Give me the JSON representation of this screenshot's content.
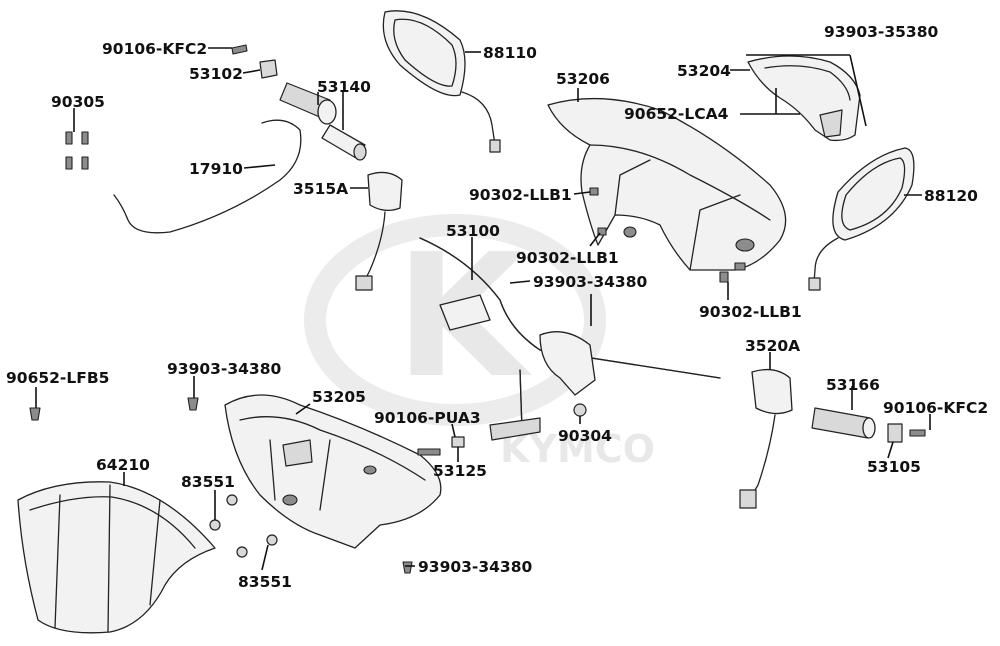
{
  "colors": {
    "ink": "#111111",
    "watermark": "#e8e8e8",
    "part_fill": "#f2f2f2"
  },
  "watermark": {
    "logo_letter": "K",
    "brand_text": "KYMCO"
  },
  "labels": {
    "p90106_kfc2_a": "90106-KFC2",
    "p53102": "53102",
    "p53140": "53140",
    "p90305": "90305",
    "p17910": "17910",
    "p3515a": "3515A",
    "p88110": "88110",
    "p53206": "53206",
    "p53204": "53204",
    "p93903_35380": "93903-35380",
    "p90652_lca4": "90652-LCA4",
    "p90302_llb1_a": "90302-LLB1",
    "p90302_llb1_b": "90302-LLB1",
    "p90302_llb1_c": "90302-LLB1",
    "p88120": "88120",
    "p53100": "53100",
    "p93903_34380_a": "93903-34380",
    "p93903_34380_b": "93903-34380",
    "p93903_34380_c": "93903-34380",
    "p3520a": "3520A",
    "p90652_lfb5": "90652-LFB5",
    "p53205": "53205",
    "p90106_pua3": "90106-PUA3",
    "p90304": "90304",
    "p53166": "53166",
    "p90106_kfc2_b": "90106-KFC2",
    "p53125": "53125",
    "p53105": "53105",
    "p64210": "64210",
    "p83551_a": "83551",
    "p83551_b": "83551"
  }
}
